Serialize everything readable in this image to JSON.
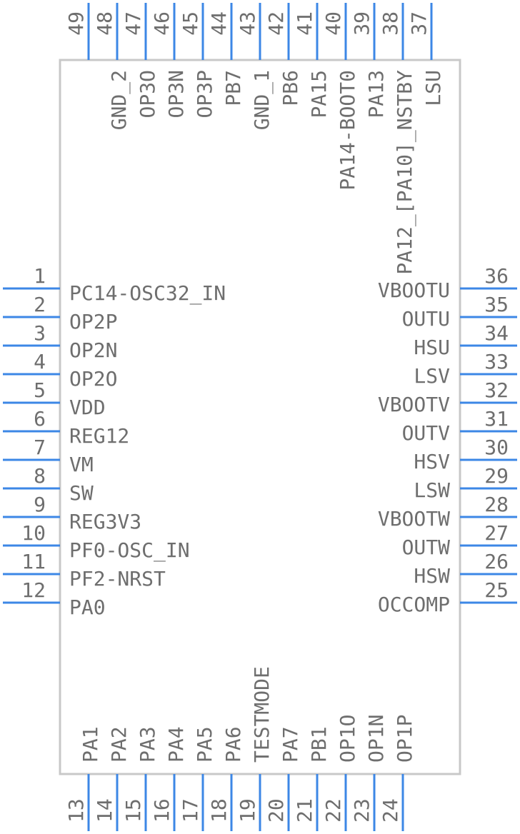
{
  "pins": {
    "left": [
      {
        "num": "1",
        "name": "PC14-OSC32_IN"
      },
      {
        "num": "2",
        "name": "OP2P"
      },
      {
        "num": "3",
        "name": "OP2N"
      },
      {
        "num": "4",
        "name": "OP2O"
      },
      {
        "num": "5",
        "name": "VDD"
      },
      {
        "num": "6",
        "name": "REG12"
      },
      {
        "num": "7",
        "name": "VM"
      },
      {
        "num": "8",
        "name": "SW"
      },
      {
        "num": "9",
        "name": "REG3V3"
      },
      {
        "num": "10",
        "name": "PF0-OSC_IN"
      },
      {
        "num": "11",
        "name": "PF2-NRST"
      },
      {
        "num": "12",
        "name": "PA0"
      }
    ],
    "bottom": [
      {
        "num": "13",
        "name": "PA1"
      },
      {
        "num": "14",
        "name": "PA2"
      },
      {
        "num": "15",
        "name": "PA3"
      },
      {
        "num": "16",
        "name": "PA4"
      },
      {
        "num": "17",
        "name": "PA5"
      },
      {
        "num": "18",
        "name": "PA6"
      },
      {
        "num": "19",
        "name": "TESTMODE"
      },
      {
        "num": "20",
        "name": "PA7"
      },
      {
        "num": "21",
        "name": "PB1"
      },
      {
        "num": "22",
        "name": "OP1O"
      },
      {
        "num": "23",
        "name": "OP1N"
      },
      {
        "num": "24",
        "name": "OP1P"
      }
    ],
    "right": [
      {
        "num": "25",
        "name": "OCCOMP"
      },
      {
        "num": "26",
        "name": "HSW"
      },
      {
        "num": "27",
        "name": "OUTW"
      },
      {
        "num": "28",
        "name": "VBOOTW"
      },
      {
        "num": "29",
        "name": "LSW"
      },
      {
        "num": "30",
        "name": "HSV"
      },
      {
        "num": "31",
        "name": "OUTV"
      },
      {
        "num": "32",
        "name": "VBOOTV"
      },
      {
        "num": "33",
        "name": "LSV"
      },
      {
        "num": "34",
        "name": "HSU"
      },
      {
        "num": "35",
        "name": "OUTU"
      },
      {
        "num": "36",
        "name": "VBOOTU"
      }
    ],
    "top": [
      {
        "num": "37",
        "name": "LSU"
      },
      {
        "num": "38",
        "name": "PA12_[PA10]_NSTBY"
      },
      {
        "num": "39",
        "name": "PA13"
      },
      {
        "num": "40",
        "name": "PA14-BOOT0"
      },
      {
        "num": "41",
        "name": "PA15"
      },
      {
        "num": "42",
        "name": "PB6"
      },
      {
        "num": "43",
        "name": "GND_1"
      },
      {
        "num": "44",
        "name": "PB7"
      },
      {
        "num": "45",
        "name": "OP3P"
      },
      {
        "num": "46",
        "name": "OP3N"
      },
      {
        "num": "47",
        "name": "OP3O"
      },
      {
        "num": "48",
        "name": "GND_2"
      },
      {
        "num": "49",
        "name": ""
      }
    ]
  },
  "colors": {
    "pin_line": "#3c87e6",
    "body_outline": "#c8c8c8",
    "text": "#6e6e6e"
  }
}
